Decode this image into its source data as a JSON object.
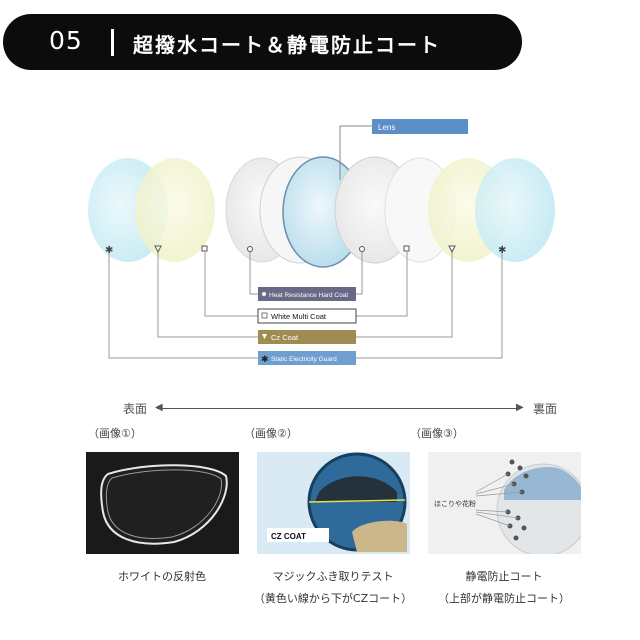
{
  "banner": {
    "number": "05",
    "title": "超撥水コート＆静電防止コート"
  },
  "diagram": {
    "lens_label": "Lens",
    "layers": [
      {
        "label": "Heat Resistance Hard Coat",
        "color": "#666a86"
      },
      {
        "label": "White Multi Coat",
        "color": "#ffffff"
      },
      {
        "label": "Cz Coat",
        "color": "#9f8c55"
      },
      {
        "label": "Static Electricity Guard",
        "color": "#6f9fd0"
      }
    ]
  },
  "axis": {
    "front": "表面",
    "back": "裏面"
  },
  "images": [
    {
      "caption": "（画像①）",
      "desc_line1": "ホワイトの反射色",
      "desc_line2": ""
    },
    {
      "caption": "（画像②）",
      "desc_line1": "マジックふき取りテスト",
      "desc_line2": "（黄色い線から下がCZコート）",
      "photo_label": "CZ COAT"
    },
    {
      "caption": "（画像③）",
      "desc_line1": "静電防止コート",
      "desc_line2": "（上部が静電防止コート）",
      "photo_label": "ほこりや花粉"
    }
  ]
}
